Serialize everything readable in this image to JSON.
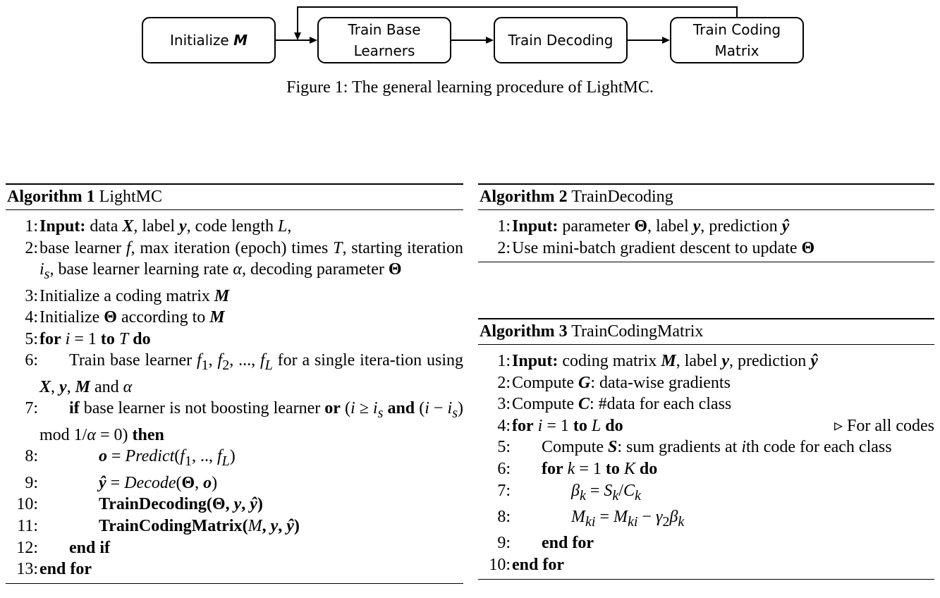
{
  "figure": {
    "boxes": [
      {
        "pre": "Initialize ",
        "var": "M"
      },
      {
        "line1": "Train Base",
        "line2": "Learners"
      },
      {
        "line1": "Train Decoding"
      },
      {
        "line1": "Train Coding",
        "line2": "Matrix"
      }
    ],
    "caption": "Figure 1: The general learning procedure of LightMC."
  },
  "algo1": {
    "label": "Algorithm 1",
    "name": "LightMC",
    "nums": [
      "1:",
      "2:",
      "3:",
      "4:",
      "5:",
      "6:",
      "7:",
      "8:",
      "9:",
      "10:",
      "11:",
      "12:",
      "13:"
    ],
    "l1": {
      "kw": "Input:",
      "a": " data ",
      "X": "X",
      "b": ", label ",
      "y": "y",
      "c": ", code length ",
      "L": "L",
      "d": ","
    },
    "l2": {
      "a": "base learner ",
      "f": "f",
      "b": ", max iteration (epoch) times ",
      "T": "T",
      "c": ", starting iteration ",
      "is": "i",
      "sub": "s",
      "d": ", base learner learning rate ",
      "alpha": "α",
      "e": ", decoding parameter ",
      "Theta": "Θ"
    },
    "l3": {
      "a": "Initialize a coding matrix ",
      "M": "M"
    },
    "l4": {
      "a": "Initialize ",
      "Theta": "Θ",
      "b": " according to ",
      "M": "M"
    },
    "l5": {
      "kw1": "for",
      "i": "i",
      "eq": " = 1 ",
      "kw2": "to",
      "T": "T",
      "kw3": "do"
    },
    "l6": {
      "a": "Train base learner ",
      "fs": "f",
      "s1": "1",
      "s2": "2",
      "sL": "L",
      "sep1": ", ",
      "sep2": ", ..., ",
      "b": " for a single itera-tion using ",
      "X": "X",
      "y": "y",
      "M": "M",
      "c": " and ",
      "alpha": "α"
    },
    "l7": {
      "kw1": "if",
      "a": " base learner is not boosting learner ",
      "kw2": "or",
      "b": " (",
      "i": "i",
      "ge": " ≥ ",
      "is": "i",
      "sub": "s",
      "kw3": "and",
      "c": " (",
      "d": " − ",
      "e": ")   mod 1/",
      "alpha": "α",
      "f": " = 0) ",
      "kw4": "then"
    },
    "l8": {
      "o": "o",
      "eq": " = ",
      "fn": "Predict",
      "a": "(",
      "f1": "f",
      "s1": "1",
      "mid": ", .., ",
      "fL": "f",
      "sL": "L",
      "b": ")"
    },
    "l9": {
      "yhat": "ŷ",
      "eq": " = ",
      "fn": "Decode",
      "a": "(",
      "Theta": "Θ",
      "sep": ", ",
      "o": "o",
      "b": ")"
    },
    "l10": {
      "fn": "TrainDecoding",
      "a": "(",
      "Theta": "Θ",
      "sep1": ", ",
      "y": "y",
      "sep2": ", ",
      "yhat": "ŷ",
      "b": ")"
    },
    "l11": {
      "fn": "TrainCodingMatrix",
      "a": "(",
      "M": "M",
      "sep1": ", ",
      "y": "y",
      "sep2": ", ",
      "yhat": "ŷ",
      "b": ")"
    },
    "l12": {
      "kw": "end if"
    },
    "l13": {
      "kw": "end for"
    }
  },
  "algo2": {
    "label": "Algorithm 2",
    "name": "TrainDecoding",
    "nums": [
      "1:",
      "2:"
    ],
    "l1": {
      "kw": "Input:",
      "a": " parameter ",
      "Theta": "Θ",
      "b": ", label ",
      "y": "y",
      "c": ", prediction ",
      "yhat": "ŷ"
    },
    "l2": {
      "a": "Use mini-batch gradient descent to update ",
      "Theta": "Θ"
    }
  },
  "algo3": {
    "label": "Algorithm 3",
    "name": "TrainCodingMatrix",
    "nums": [
      "1:",
      "2:",
      "3:",
      "4:",
      "5:",
      "6:",
      "7:",
      "8:",
      "9:",
      "10:"
    ],
    "l1": {
      "kw": "Input:",
      "a": " coding matrix ",
      "M": "M",
      "b": ", label ",
      "y": "y",
      "c": ", prediction ",
      "yhat": "ŷ"
    },
    "l2": {
      "a": "Compute ",
      "G": "G",
      "b": ": data-wise gradients"
    },
    "l3": {
      "a": "Compute ",
      "C": "C",
      "b": ": #data for each class"
    },
    "l4": {
      "kw1": "for",
      "i": "i",
      "eq": " = 1 ",
      "kw2": "to",
      "L": "L",
      "kw3": "do",
      "comment": "▹ For all codes"
    },
    "l5": {
      "a": "Compute ",
      "S": "S",
      "b": ": sum gradients at ",
      "i": "i",
      "c": "th code for each class"
    },
    "l6": {
      "kw1": "for",
      "k": "k",
      "eq": " = 1 ",
      "kw2": "to",
      "K": "K",
      "kw3": "do"
    },
    "l7": {
      "beta": "β",
      "sk": "k",
      "eq": " = ",
      "S": "S",
      "sk2": "k",
      "slash": "/",
      "C": "C",
      "sk3": "k"
    },
    "l8": {
      "M": "M",
      "ski": "ki",
      "eq": " = ",
      "M2": "M",
      "ski2": "ki",
      "minus": " − ",
      "gamma": "γ",
      "s2": "2",
      "beta": "β",
      "sk": "k"
    },
    "l9": {
      "kw": "end for"
    },
    "l10": {
      "kw": "end for"
    }
  }
}
